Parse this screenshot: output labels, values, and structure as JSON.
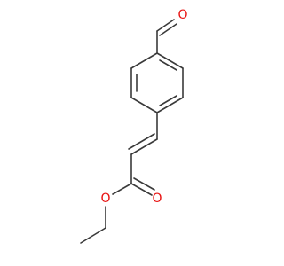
{
  "molecule": {
    "atoms": {
      "aldehyde_oxygen": "O",
      "carbonyl_oxygen": "O",
      "ester_oxygen": "O"
    },
    "colors": {
      "bond": "#3a3a3a",
      "oxygen": "#e8100f",
      "background": "#ffffff"
    }
  }
}
